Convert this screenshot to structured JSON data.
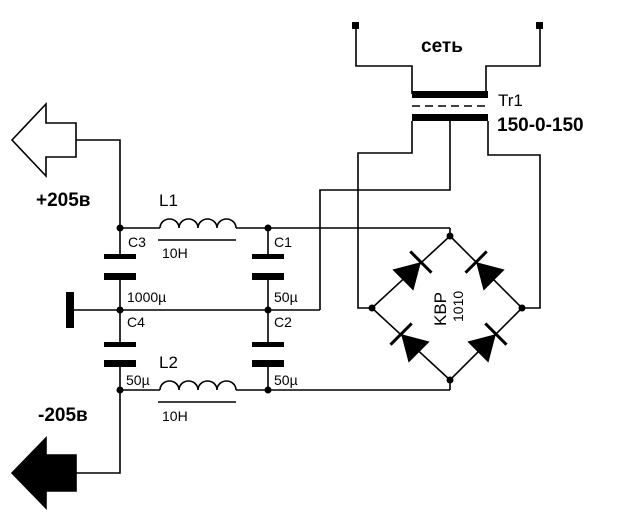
{
  "labels": {
    "mains": "сеть",
    "transformer_name": "Tr1",
    "transformer_rating": "150-0-150",
    "pos_voltage": "+205в",
    "neg_voltage": "-205в",
    "l1_name": "L1",
    "l1_value": "10H",
    "l2_name": "L2",
    "l2_value": "10H",
    "c1_name": "C1",
    "c1_value": "50µ",
    "c2_name": "C2",
    "c2_value": "50µ",
    "c3_name": "C3",
    "c3_value": "1000µ",
    "c4_name": "C4",
    "c4_value": "50µ",
    "bridge_name": "KBP",
    "bridge_number": "1010"
  },
  "colors": {
    "ink": "#000000",
    "background": "#ffffff"
  }
}
